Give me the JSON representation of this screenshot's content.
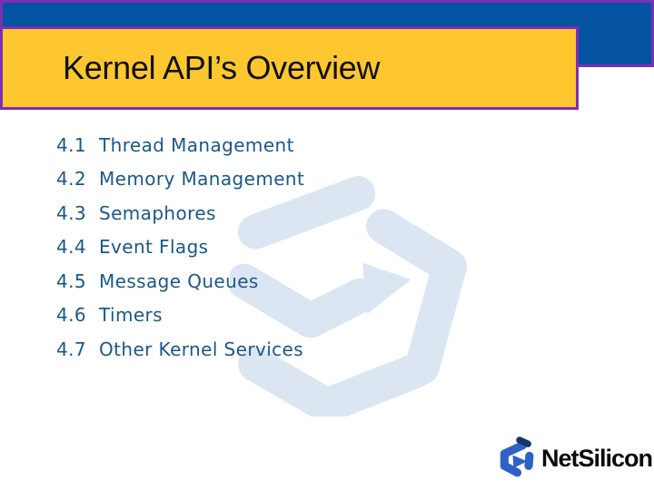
{
  "slide": {
    "title": "Kernel API’s Overview",
    "toc": [
      {
        "num": "4.1",
        "label": "Thread Management"
      },
      {
        "num": "4.2",
        "label": "Memory Management"
      },
      {
        "num": "4.3",
        "label": "Semaphores"
      },
      {
        "num": "4.4",
        "label": "Event Flags"
      },
      {
        "num": "4.5",
        "label": "Message Queues"
      },
      {
        "num": "4.6",
        "label": "Timers"
      },
      {
        "num": "4.7",
        "label": "Other Kernel Services"
      }
    ],
    "footer": {
      "logo_text": "NetSilicon"
    },
    "icons": {
      "watermark": "netsilicon-mark-watermark",
      "footer_mark": "netsilicon-mark"
    },
    "colors": {
      "banner_blue": "#0453A1",
      "outline_purple": "#7B2FB2",
      "title_yellow": "#FFC72F",
      "title_text": "#101010",
      "toc_text": "#1A578A",
      "watermark_blue": "#DCE6F3",
      "logo_blue": "#2E62C6",
      "logo_navy": "#17356B",
      "logo_text": "#0B0B0B"
    }
  }
}
